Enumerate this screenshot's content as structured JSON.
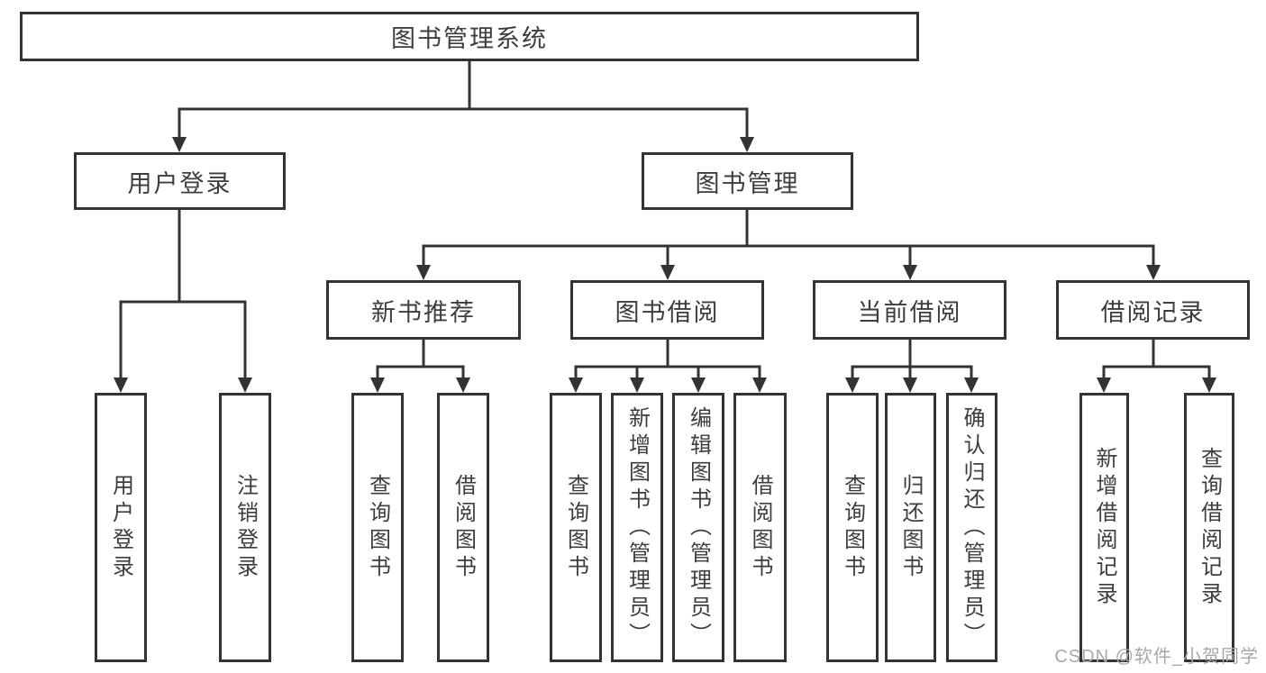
{
  "tree": {
    "label": "图书管理系统",
    "children": [
      {
        "label": "用户登录",
        "children": [
          {
            "label": "用户登录"
          },
          {
            "label": "注销登录"
          }
        ]
      },
      {
        "label": "图书管理",
        "children": [
          {
            "label": "新书推荐",
            "children": [
              {
                "label": "查询图书"
              },
              {
                "label": "借阅图书"
              }
            ]
          },
          {
            "label": "图书借阅",
            "children": [
              {
                "label": "查询图书"
              },
              {
                "label": "新增图书（管理员）"
              },
              {
                "label": "编辑图书（管理员）"
              },
              {
                "label": "借阅图书"
              }
            ]
          },
          {
            "label": "当前借阅",
            "children": [
              {
                "label": "查询图书"
              },
              {
                "label": "归还图书"
              },
              {
                "label": "确认归还（管理员）"
              }
            ]
          },
          {
            "label": "借阅记录",
            "children": [
              {
                "label": "新增借阅记录"
              },
              {
                "label": "查询借阅记录"
              }
            ]
          }
        ]
      }
    ]
  },
  "watermark": {
    "text": "CSDN @软件_小贺同学"
  },
  "colors": {
    "line": "#333333",
    "box_border": "#333333",
    "text": "#3d3d3d",
    "background": "#ffffff",
    "watermark": "#a8a8a8"
  }
}
